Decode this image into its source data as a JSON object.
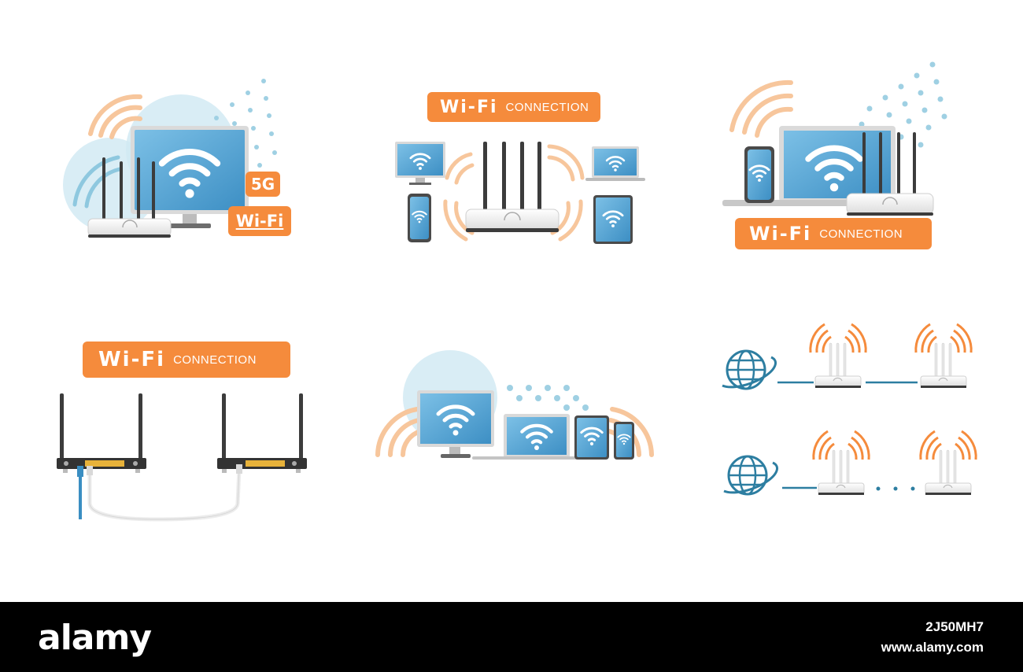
{
  "panels": {
    "p1": {
      "tag_5g": "5G",
      "tag_wifi": "Wi-Fi"
    },
    "p2": {
      "badge_big": "Wi-Fi",
      "badge_small": "CONNECTION"
    },
    "p3": {
      "badge_big": "Wi-Fi",
      "badge_small": "CONNECTION"
    },
    "p4": {
      "badge_big": "Wi-Fi",
      "badge_small": "CONNECTION"
    }
  },
  "footer": {
    "logo": "alamy",
    "image_id": "2J50MH7",
    "url": "www.alamy.com"
  },
  "colors": {
    "orange": "#f58b3c",
    "light_orange": "#f7c69c",
    "screen_blue": "#5ba7d6",
    "blue_bubble": "#cfe9f3",
    "dot_blue": "#9fd0e3",
    "globe_blue": "#2d7ea1",
    "router_white": "#f4f4f4",
    "dark_antenna": "#3c3c3c"
  },
  "icons": [
    "wifi-icon",
    "globe-icon",
    "router-icon",
    "monitor-icon",
    "laptop-icon",
    "phone-icon",
    "tablet-icon"
  ]
}
